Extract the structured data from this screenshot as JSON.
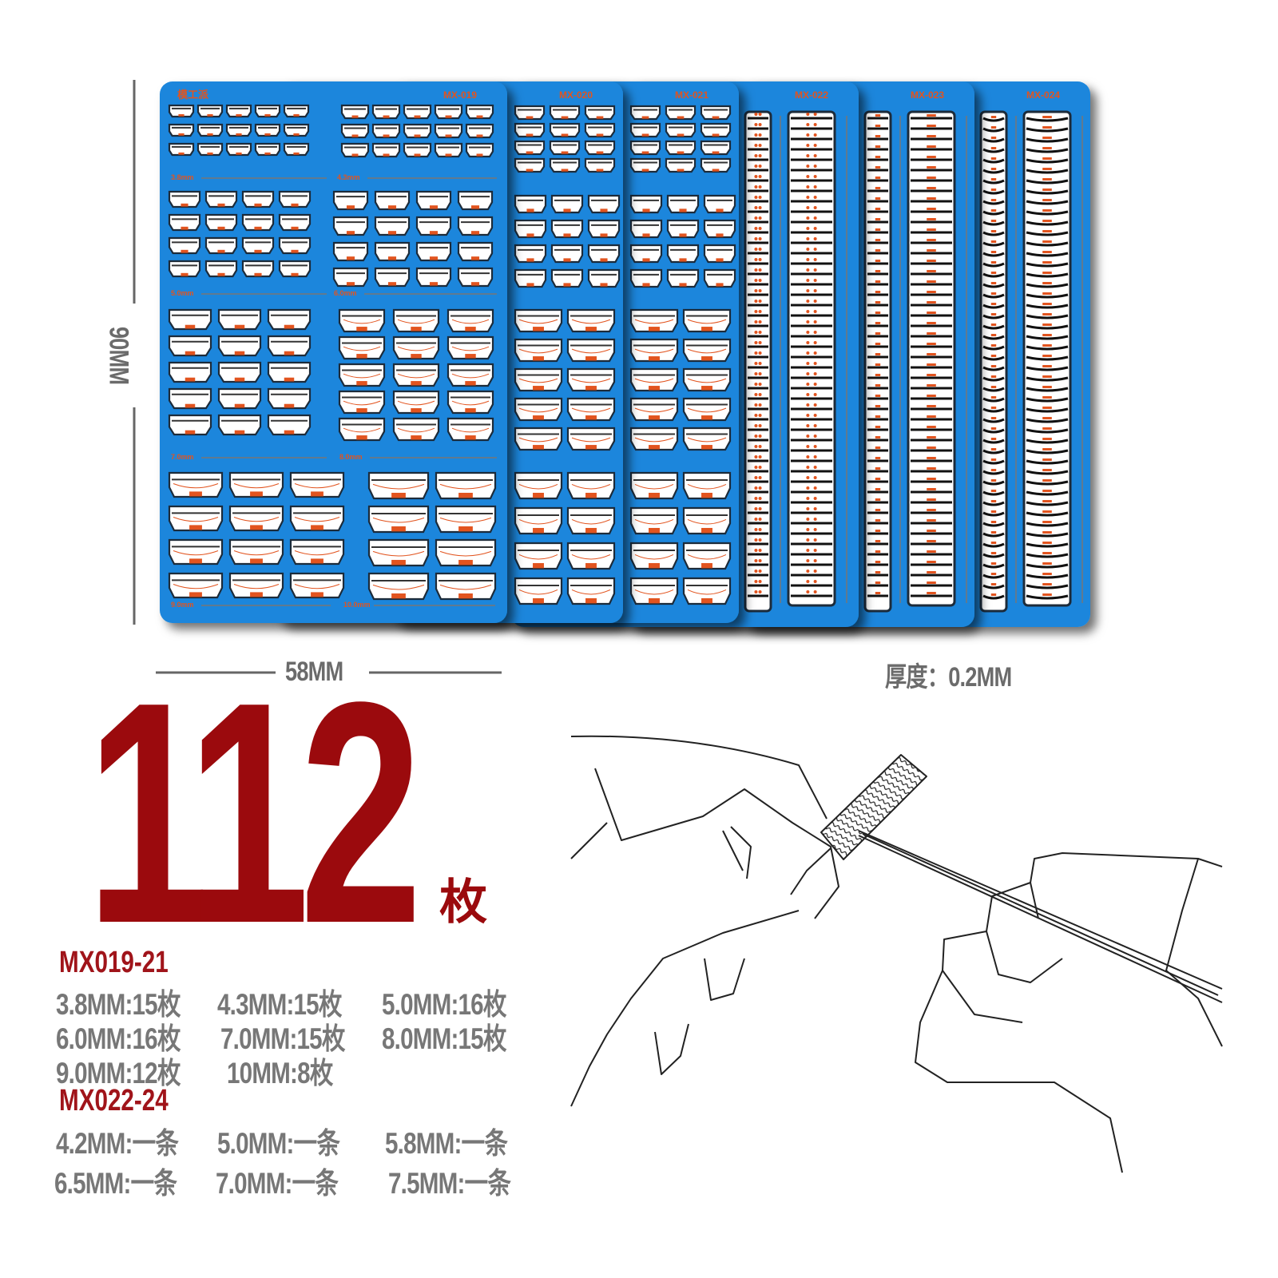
{
  "colors": {
    "sheet_blue": "#1a86dc",
    "part_orange": "#e2541f",
    "title_red": "#9b0a0d",
    "text_gray": "#777777"
  },
  "sheets": {
    "logo": "模工派",
    "labels": [
      "MX-019",
      "MX-020",
      "MX-021",
      "MX-022",
      "MX-023",
      "MX-024"
    ],
    "size_labels": [
      "3.8mm",
      "4.3mm",
      "5.0mm",
      "6.0mm",
      "7.0mm",
      "8.0mm",
      "9.0mm",
      "10.0mm"
    ]
  },
  "dimensions": {
    "height": "90MM",
    "width": "58MM",
    "thickness": "厚度：0.2MM"
  },
  "total": {
    "count": "112",
    "unit": "枚"
  },
  "specs": [
    {
      "header": "MX019-21",
      "items": [
        "3.8MM:15枚",
        "4.3MM:15枚",
        "5.0MM:16枚",
        "6.0MM:16枚",
        "7.0MM:15枚",
        "8.0MM:15枚",
        "9.0MM:12枚",
        "10MM:8枚"
      ]
    },
    {
      "header": "MX022-24",
      "items": [
        "4.2MM:一条",
        "5.0MM:一条",
        "5.8MM:一条",
        "6.5MM:一条",
        "7.0MM:一条",
        "7.5MM:一条"
      ]
    }
  ]
}
